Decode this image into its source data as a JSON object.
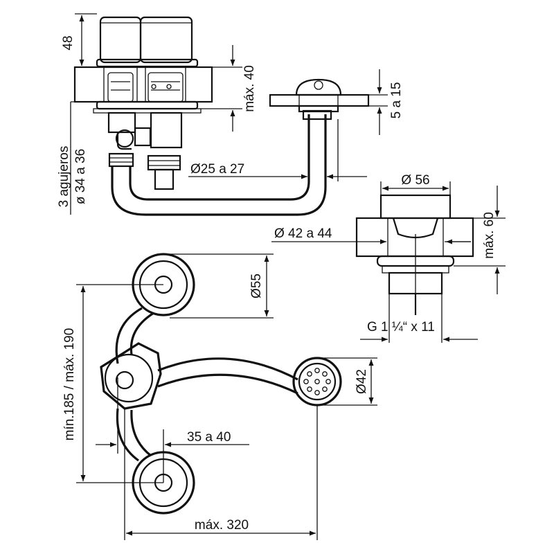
{
  "dimensions": {
    "handle_height": "48",
    "max_deck_thickness_left": "máx. 40",
    "deck_thickness_range": "5 a 15",
    "holes_count": "3 agujeros",
    "holes_diameter": "ø 34 a 36",
    "pipe_diameter": "Ø25 a 27",
    "drain_top_diameter": "Ø 56",
    "drain_hole_diameter": "Ø 42 a 44",
    "drain_max_height": "máx. 60",
    "drain_thread": "G 1 ¼“ x 11",
    "rosette_diameter": "Ø55",
    "spray_diameter": "Ø42",
    "vertical_spacing": "mín.185 / máx. 190",
    "offset": "35 a 40",
    "max_width": "máx. 320"
  },
  "colors": {
    "line": "#111111",
    "background": "#ffffff"
  }
}
